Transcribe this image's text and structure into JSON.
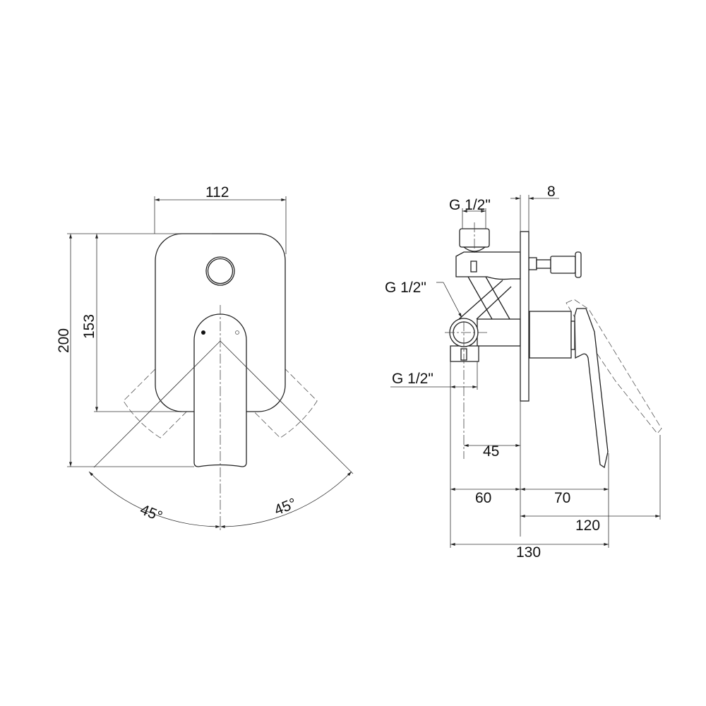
{
  "front_view": {
    "width_dim": "112",
    "height_total_dim": "200",
    "plate_height_dim": "153",
    "angle_left": "45°",
    "angle_right": "45°"
  },
  "side_view": {
    "plate_thickness_dim": "8",
    "thread_top": "G 1/2\"",
    "thread_side": "G 1/2\"",
    "thread_bottom": "G 1/2\"",
    "dim_45": "45",
    "dim_60": "60",
    "dim_70": "70",
    "dim_120": "120",
    "dim_130": "130"
  }
}
